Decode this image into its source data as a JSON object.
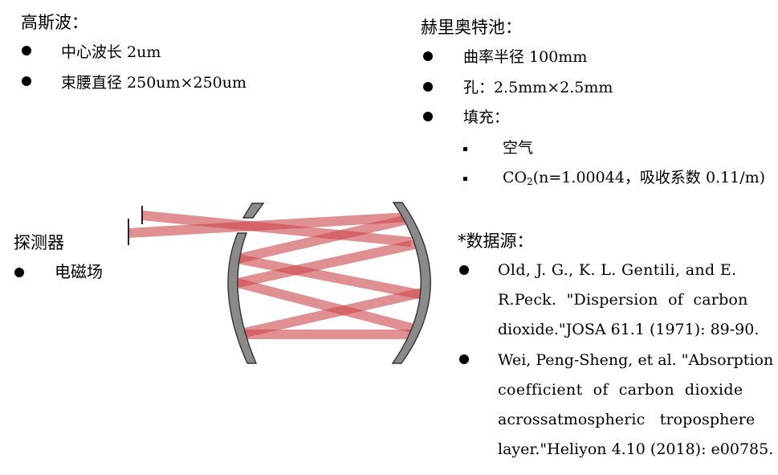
{
  "gaussian": {
    "title": "高斯波：",
    "items": [
      "中心波长 2um",
      "束腰直径 250um×250um"
    ]
  },
  "herriott": {
    "title": "赫里奥特池：",
    "items": [
      "曲率半径 100mm",
      "孔：2.5mm×2.5mm",
      "填充："
    ],
    "fill_items": {
      "air": "空气",
      "co2_prefix": "CO",
      "co2_sub": "2",
      "co2_suffix": "(n=1.00044，吸收系数 0.11/m)"
    }
  },
  "detector": {
    "title": "探测器",
    "items": [
      "电磁场"
    ]
  },
  "sources": {
    "title": "*数据源：",
    "ref1": [
      "Old, J. G., K. L. Gentili, and E.",
      "R.Peck.  \"Dispersion  of  carbon",
      "dioxide.\"JOSA 61.1 (1971): 89-90."
    ],
    "ref2": [
      "Wei, Peng-Sheng, et al. \"Absorption",
      "coefficient  of  carbon  dioxide",
      "acrossatmospheric   troposphere",
      "layer.\"Heliyon 4.10 (2018): e00785."
    ]
  },
  "colors": {
    "beam": "#cd4b4f",
    "mirror_fill": "#888888",
    "mirror_stroke": "#333333"
  }
}
